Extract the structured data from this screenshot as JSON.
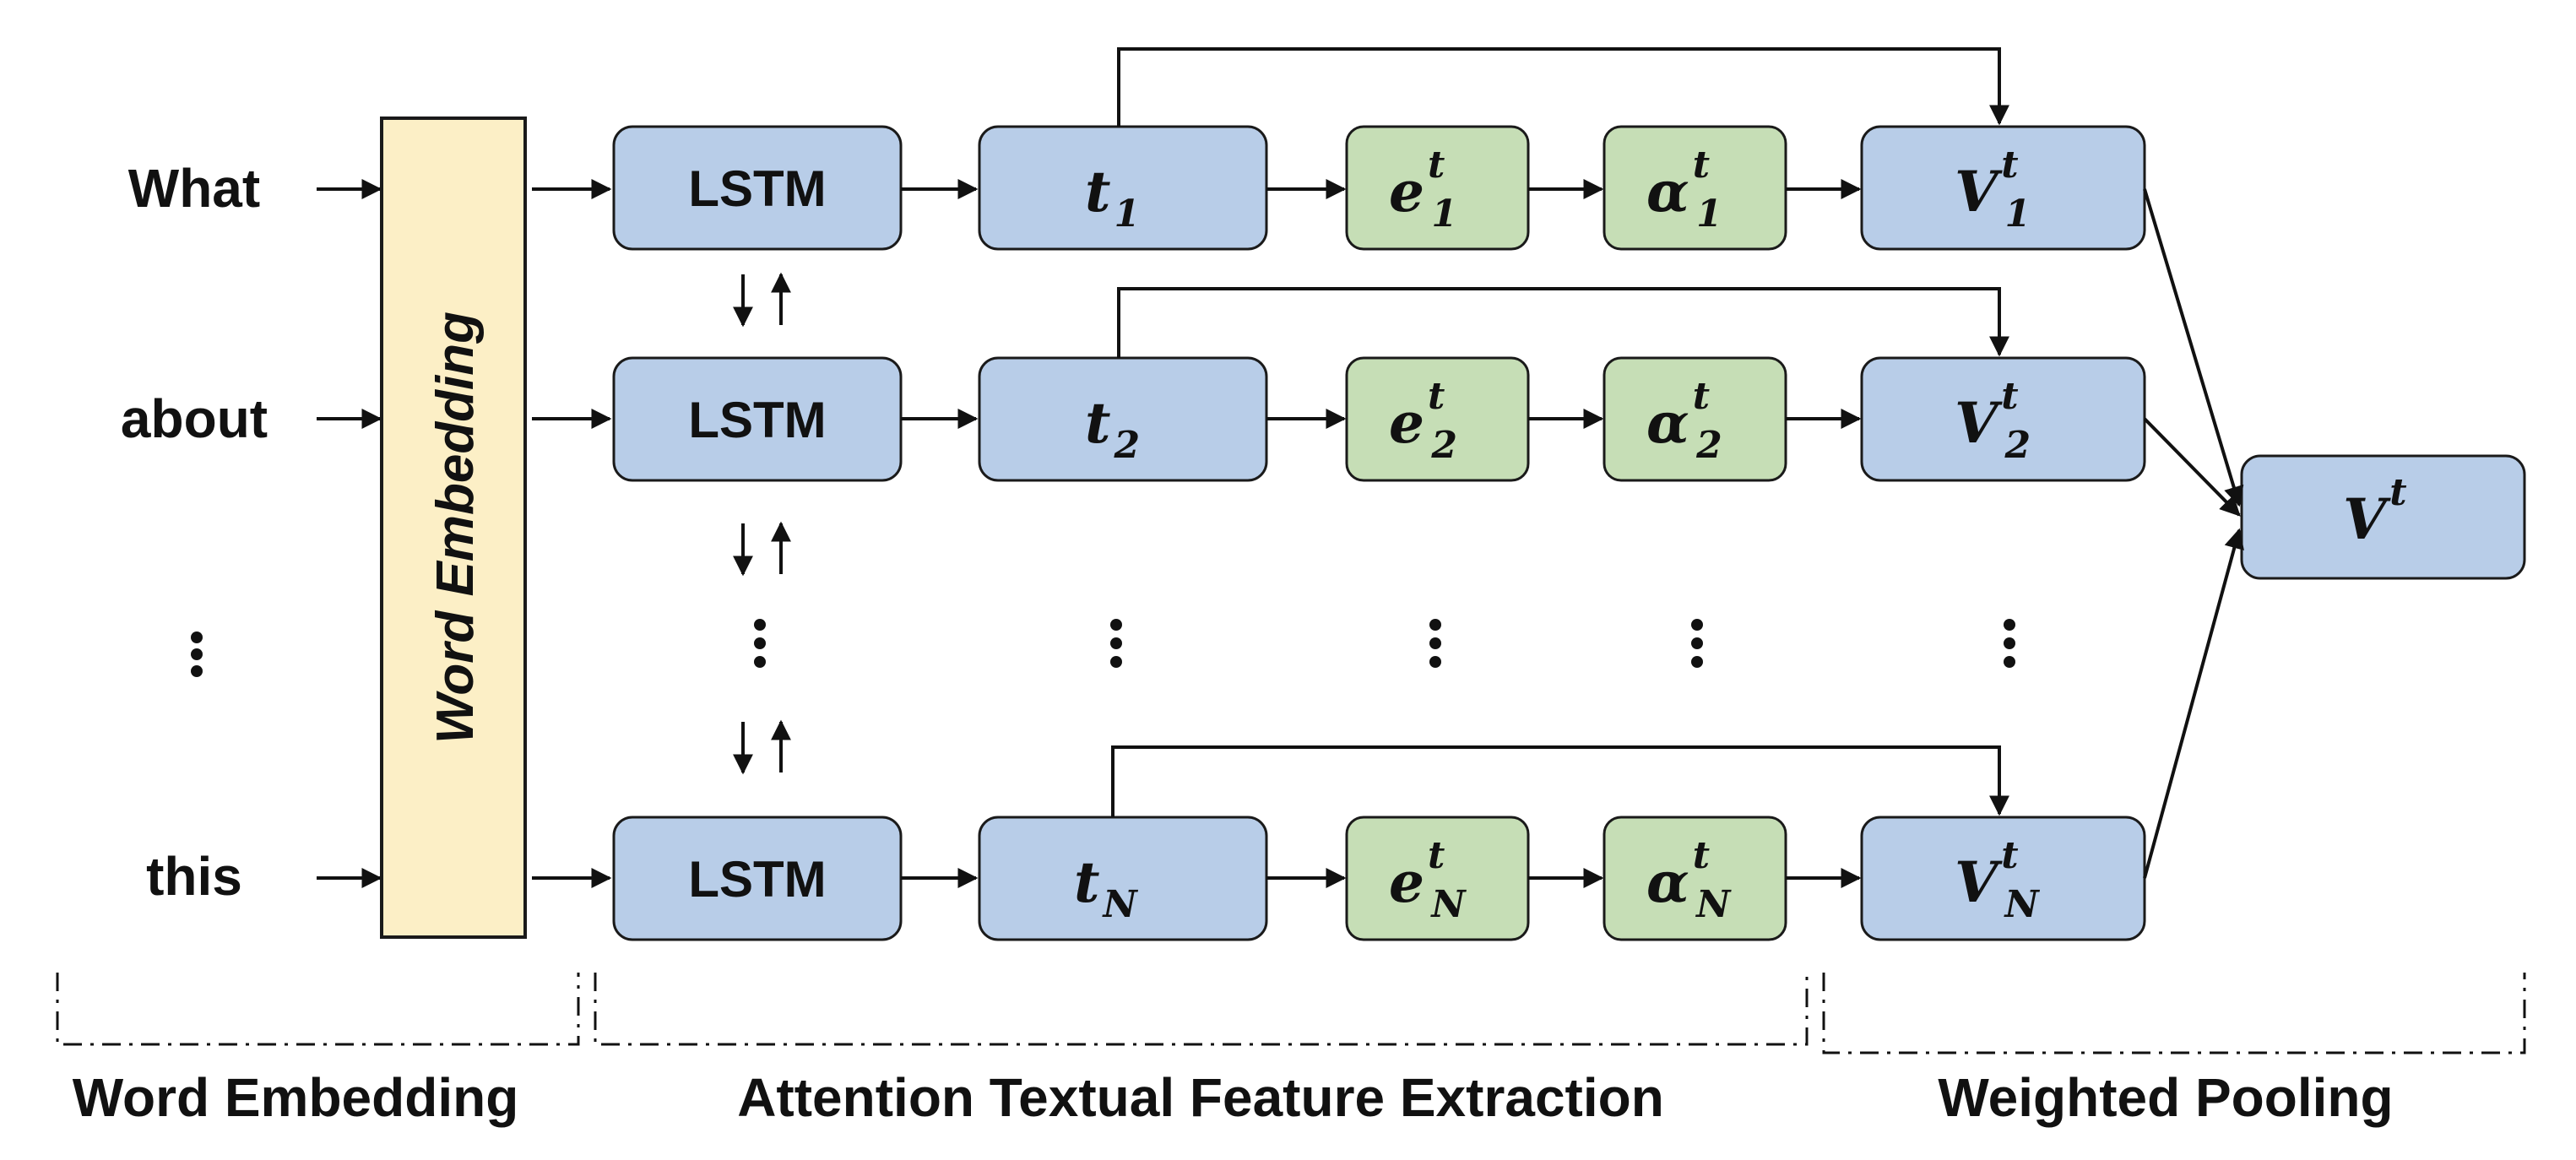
{
  "words": [
    "What",
    "about",
    "⋮",
    "this"
  ],
  "word_embedding_label": "Word Embedding",
  "lstm_label": "LSTM",
  "rows": [
    {
      "t": "t",
      "t_sub": "1",
      "e": "e",
      "e_sub": "1",
      "e_sup": "t",
      "a": "α",
      "a_sub": "1",
      "a_sup": "t",
      "v": "V",
      "v_sub": "1",
      "v_sup": "t"
    },
    {
      "t": "t",
      "t_sub": "2",
      "e": "e",
      "e_sub": "2",
      "e_sup": "t",
      "a": "α",
      "a_sub": "2",
      "a_sup": "t",
      "v": "V",
      "v_sub": "2",
      "v_sup": "t"
    },
    {
      "t": "t",
      "t_sub": "N",
      "e": "e",
      "e_sub": "N",
      "e_sup": "t",
      "a": "α",
      "a_sub": "N",
      "a_sup": "t",
      "v": "V",
      "v_sub": "N",
      "v_sup": "t"
    }
  ],
  "pooled": {
    "v": "V",
    "v_sup": "t"
  },
  "sections": [
    "Word Embedding",
    "Attention Textual Feature Extraction",
    "Weighted Pooling"
  ],
  "colors": {
    "lstm_fill": "#b8cde8",
    "attention_fill": "#c6deb6",
    "embedding_fill": "#fcefc6"
  }
}
